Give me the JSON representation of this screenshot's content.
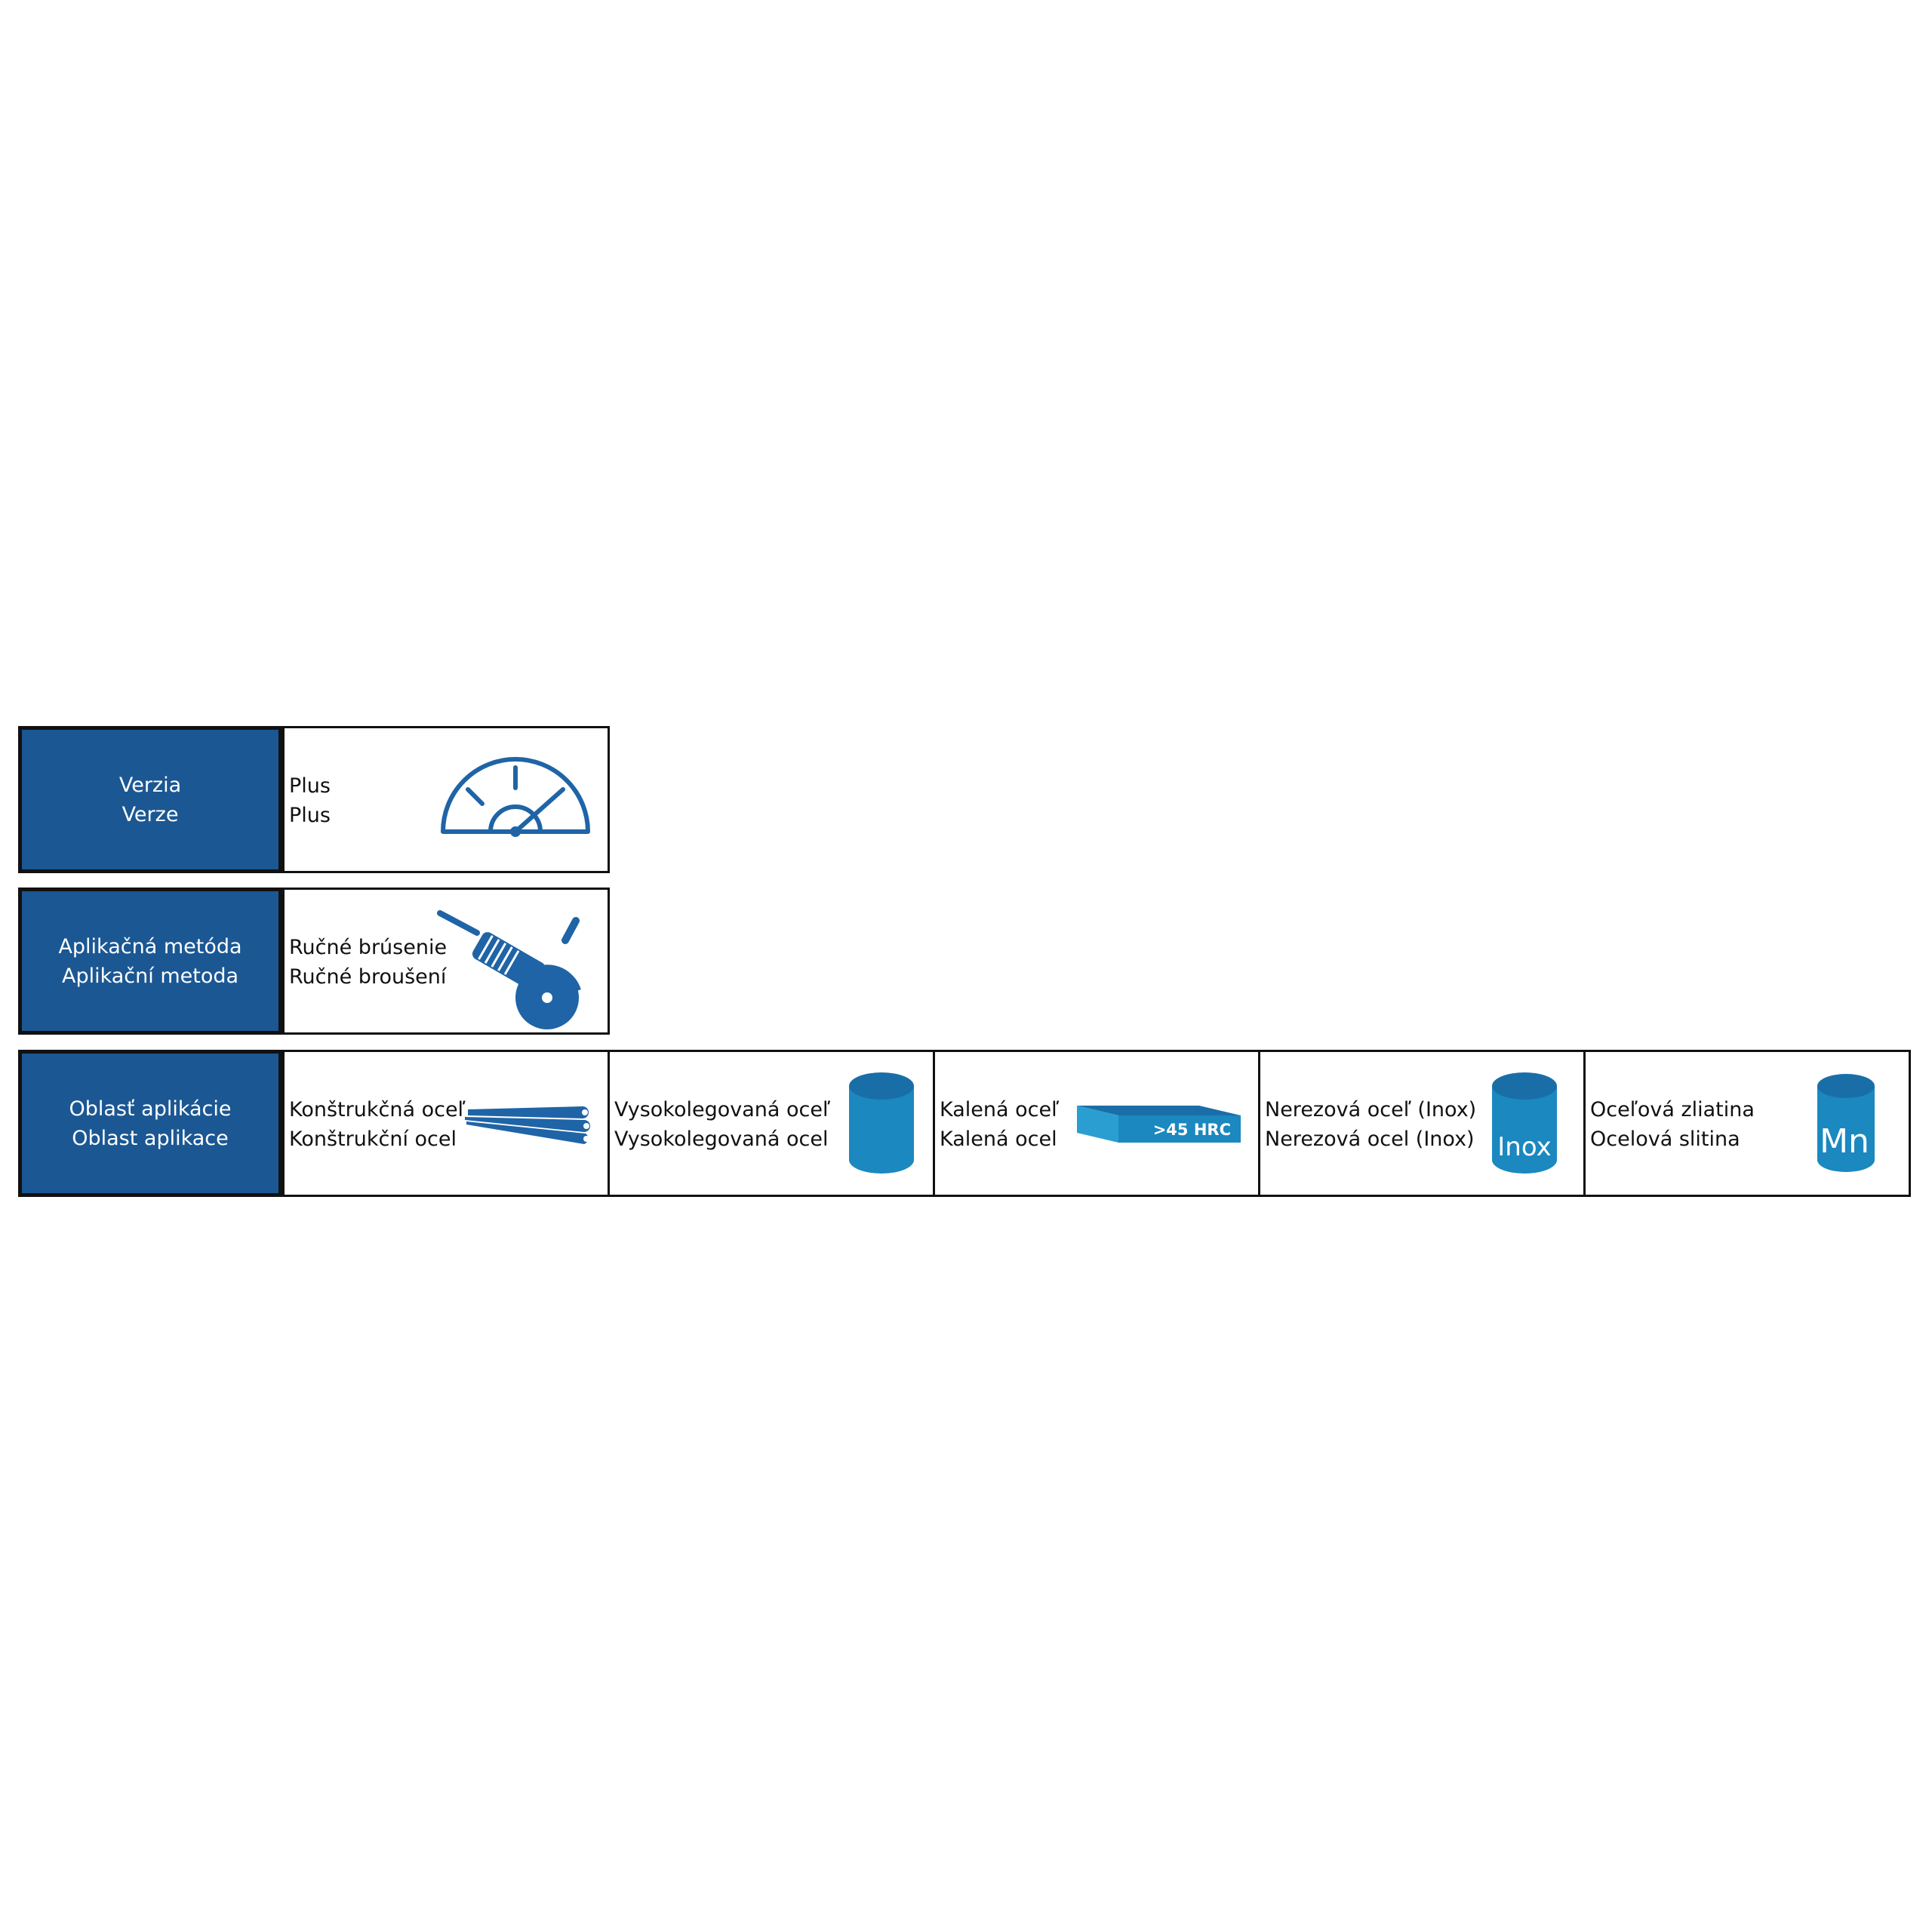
{
  "rows": [
    {
      "label": [
        "Verzia",
        "Verze"
      ],
      "cells": [
        {
          "lines": [
            "Plus",
            "Plus"
          ],
          "icon": "speedometer-icon"
        }
      ]
    },
    {
      "label": [
        "Aplikačná metóda",
        "Aplikační metoda"
      ],
      "cells": [
        {
          "lines": [
            "Ručné brúsenie",
            "Ručné broušení"
          ],
          "icon": "angle-grinder-icon"
        }
      ]
    },
    {
      "label": [
        "Oblasť aplikácie",
        "Oblast aplikace"
      ],
      "cells": [
        {
          "lines": [
            "Konštrukčná oceľ",
            "Konštrukční ocel"
          ],
          "icon": "steel-bars-icon"
        },
        {
          "lines": [
            "Vysokolegovaná oceľ",
            "Vysokolegovaná ocel"
          ],
          "icon": "cylinder-icon"
        },
        {
          "lines": [
            "Kalená oceľ",
            "Kalená ocel"
          ],
          "icon": "hardened-plate-icon",
          "icon_text": ">45 HRC"
        },
        {
          "lines": [
            "Nerezová oceľ (Inox)",
            "Nerezová ocel (Inox)"
          ],
          "icon": "inox-cylinder-icon",
          "icon_text": "Inox"
        },
        {
          "lines": [
            "Oceľová zliatina",
            "Ocelová slitina"
          ],
          "icon": "alloy-cylinder-icon",
          "icon_text": "Mn"
        }
      ]
    }
  ],
  "colors": {
    "label_bg": "#1b5793",
    "icon_blue": "#1b88bf",
    "icon_dark": "#1f64a6",
    "border": "#111111"
  }
}
